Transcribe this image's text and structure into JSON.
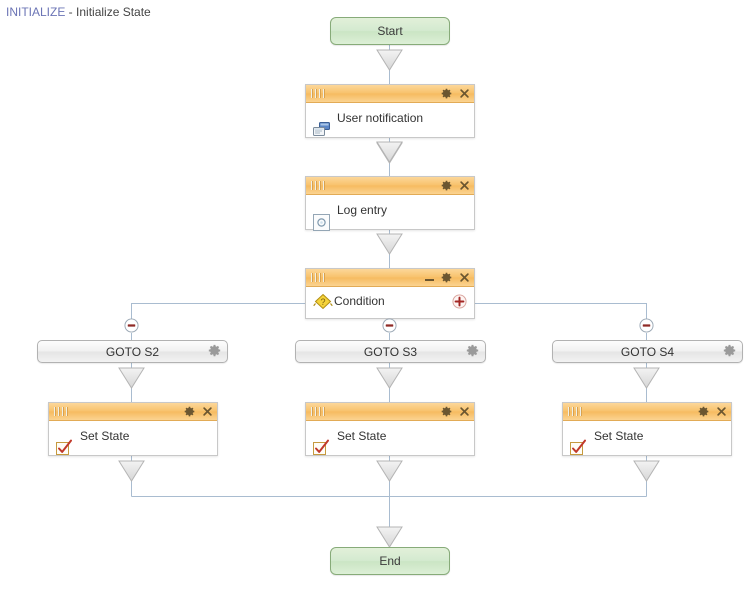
{
  "header": {
    "code": "INITIALIZE",
    "separator": " - ",
    "name": "Initialize State"
  },
  "diagram": {
    "start_label": "Start",
    "end_label": "End",
    "nodes": [
      {
        "label": "User notification",
        "icon": "notification-icon",
        "has_minimize": false,
        "has_plus": false
      },
      {
        "label": "Log entry",
        "icon": "log-icon",
        "has_minimize": false,
        "has_plus": false
      },
      {
        "label": "Condition",
        "icon": "condition-diamond-icon",
        "has_minimize": true,
        "has_plus": true
      }
    ],
    "branches": [
      {
        "goto_label": "GOTO S2",
        "state_label": "Set State"
      },
      {
        "goto_label": "GOTO S3",
        "state_label": "Set State"
      },
      {
        "goto_label": "GOTO S4",
        "state_label": "Set State"
      }
    ],
    "icons": {
      "gear": "gear-icon",
      "close": "close-icon",
      "minimize": "minimize-icon",
      "plus": "add-branch-icon",
      "minus": "remove-branch-icon",
      "grip": "drag-grip-icon",
      "checkbox": "checkbox-check-icon"
    }
  },
  "colors": {
    "title_code": "#6b74b5",
    "titlebar_orange": "#f8c16a",
    "terminal_green": "#d4ead0",
    "terminal_green_border": "#87ab79",
    "connector": "#a9bcd0",
    "arrow_fill": "#e8e8e8",
    "arrow_stroke": "#b4b4b4",
    "plus_red": "#a42724",
    "minus_red": "#8f2a26",
    "check_red": "#c0392b"
  }
}
